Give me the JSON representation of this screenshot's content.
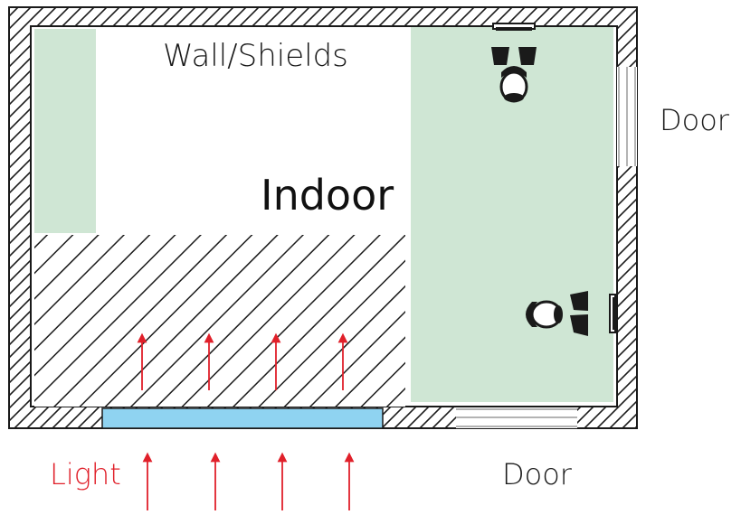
{
  "labels": {
    "wall_shields": "Wall/Shields",
    "indoor": "Indoor",
    "door_right": "Door",
    "door_bottom": "Door",
    "light": "Light"
  },
  "colors": {
    "wall_stroke": "#1a1a1a",
    "zone_fill": "#cfe6d4",
    "window_fill": "#8fd3f1",
    "arrow": "#e0202a",
    "light_text": "#e0202a",
    "door_line": "#9a9a9a"
  },
  "icons": {
    "person_top": "person-seated-icon",
    "person_right": "person-seated-icon",
    "arrows": "light-arrow-icon"
  }
}
